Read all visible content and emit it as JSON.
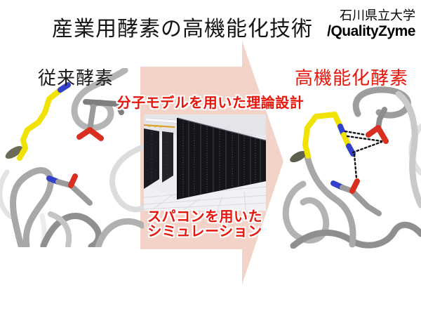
{
  "slide": {
    "title": "産業用酵素の高機能化技術",
    "affiliation": {
      "line1": "石川県立大学",
      "line2": "/QualityZyme"
    },
    "labels": {
      "left_enzyme": "従来酵素",
      "right_enzyme": "高機能化酵素",
      "process_top": "分子モデルを用いた理論設計",
      "process_bottom_line1": "スパコンを用いた",
      "process_bottom_line2": "シミュレーション"
    },
    "colors": {
      "background": "#ffffff",
      "title_text": "#151515",
      "accent_red": "#e8150b",
      "arrow_pink": "#f3d2c8",
      "molecule_yellow": "#f0e303",
      "molecule_blue": "#3240cc",
      "molecule_red": "#d92f20",
      "molecule_gray": "#a8a8a8"
    },
    "images": {
      "left_molecule": "conventional-enzyme-3d-structure",
      "right_molecule": "engineered-enzyme-3d-structure-with-hydrogen-bonds",
      "center_photo": "supercomputer-server-racks"
    },
    "arrow_direction": "right"
  }
}
